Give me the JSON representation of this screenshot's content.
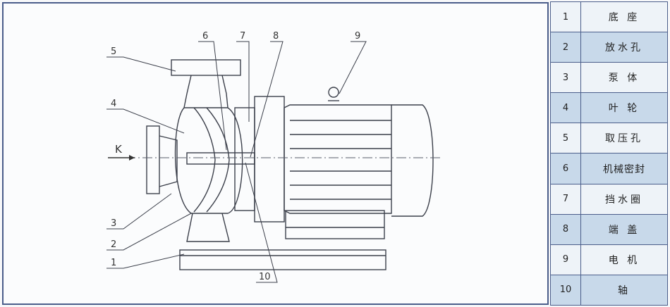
{
  "drawing": {
    "flow_label": "K",
    "callouts": [
      "1",
      "2",
      "3",
      "4",
      "5",
      "6",
      "7",
      "8",
      "9",
      "10"
    ]
  },
  "parts": [
    {
      "num": "1",
      "name": "底 座"
    },
    {
      "num": "2",
      "name": "放水孔"
    },
    {
      "num": "3",
      "name": "泵 体"
    },
    {
      "num": "4",
      "name": "叶 轮"
    },
    {
      "num": "5",
      "name": "取压孔"
    },
    {
      "num": "6",
      "name": "机械密封"
    },
    {
      "num": "7",
      "name": "挡水圈"
    },
    {
      "num": "8",
      "name": "端 盖"
    },
    {
      "num": "9",
      "name": "电 机"
    },
    {
      "num": "10",
      "name": "轴"
    }
  ]
}
